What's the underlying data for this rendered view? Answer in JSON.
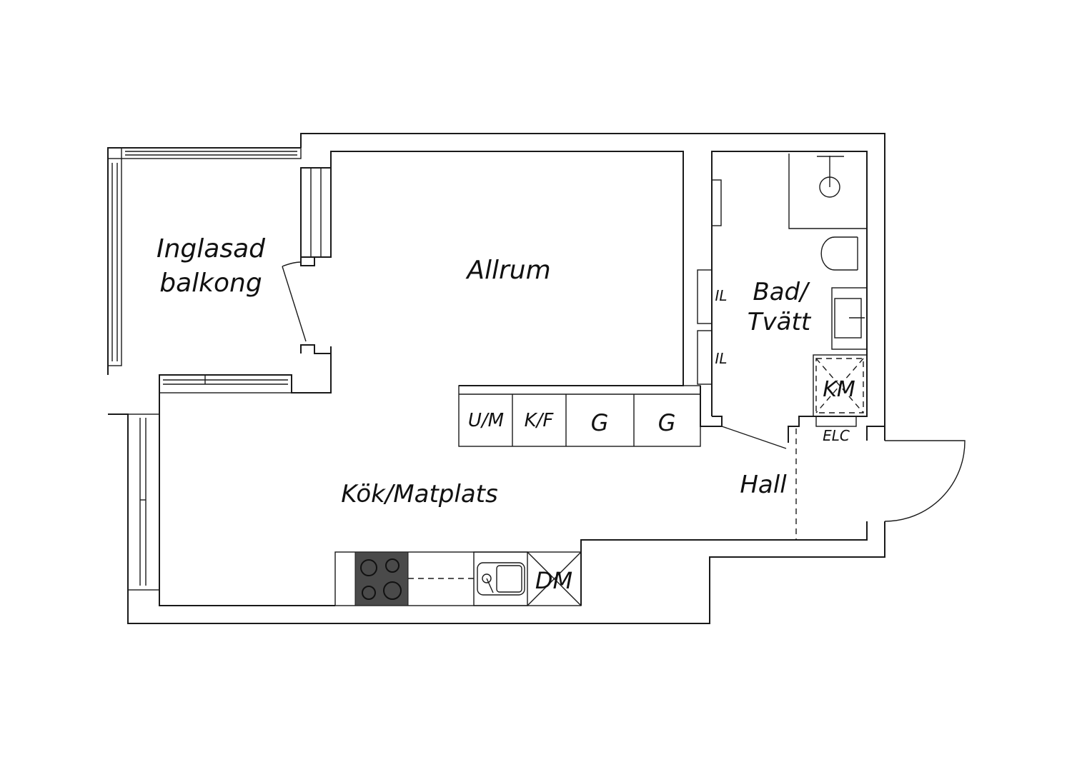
{
  "rooms": {
    "balcony_line1": "Inglasad",
    "balcony_line2": "balkong",
    "living": "Allrum",
    "bath_line1": "Bad/",
    "bath_line2": "Tvätt",
    "kitchen": "Kök/Matplats",
    "hall": "Hall"
  },
  "fixtures": {
    "um": "U/M",
    "kf": "K/F",
    "g1": "G",
    "g2": "G",
    "il1": "IL",
    "il2": "IL",
    "km": "KM",
    "elc": "ELC",
    "dm": "DM"
  },
  "colors": {
    "line": "#1a1a1a",
    "stove": "#4a4a4a"
  }
}
